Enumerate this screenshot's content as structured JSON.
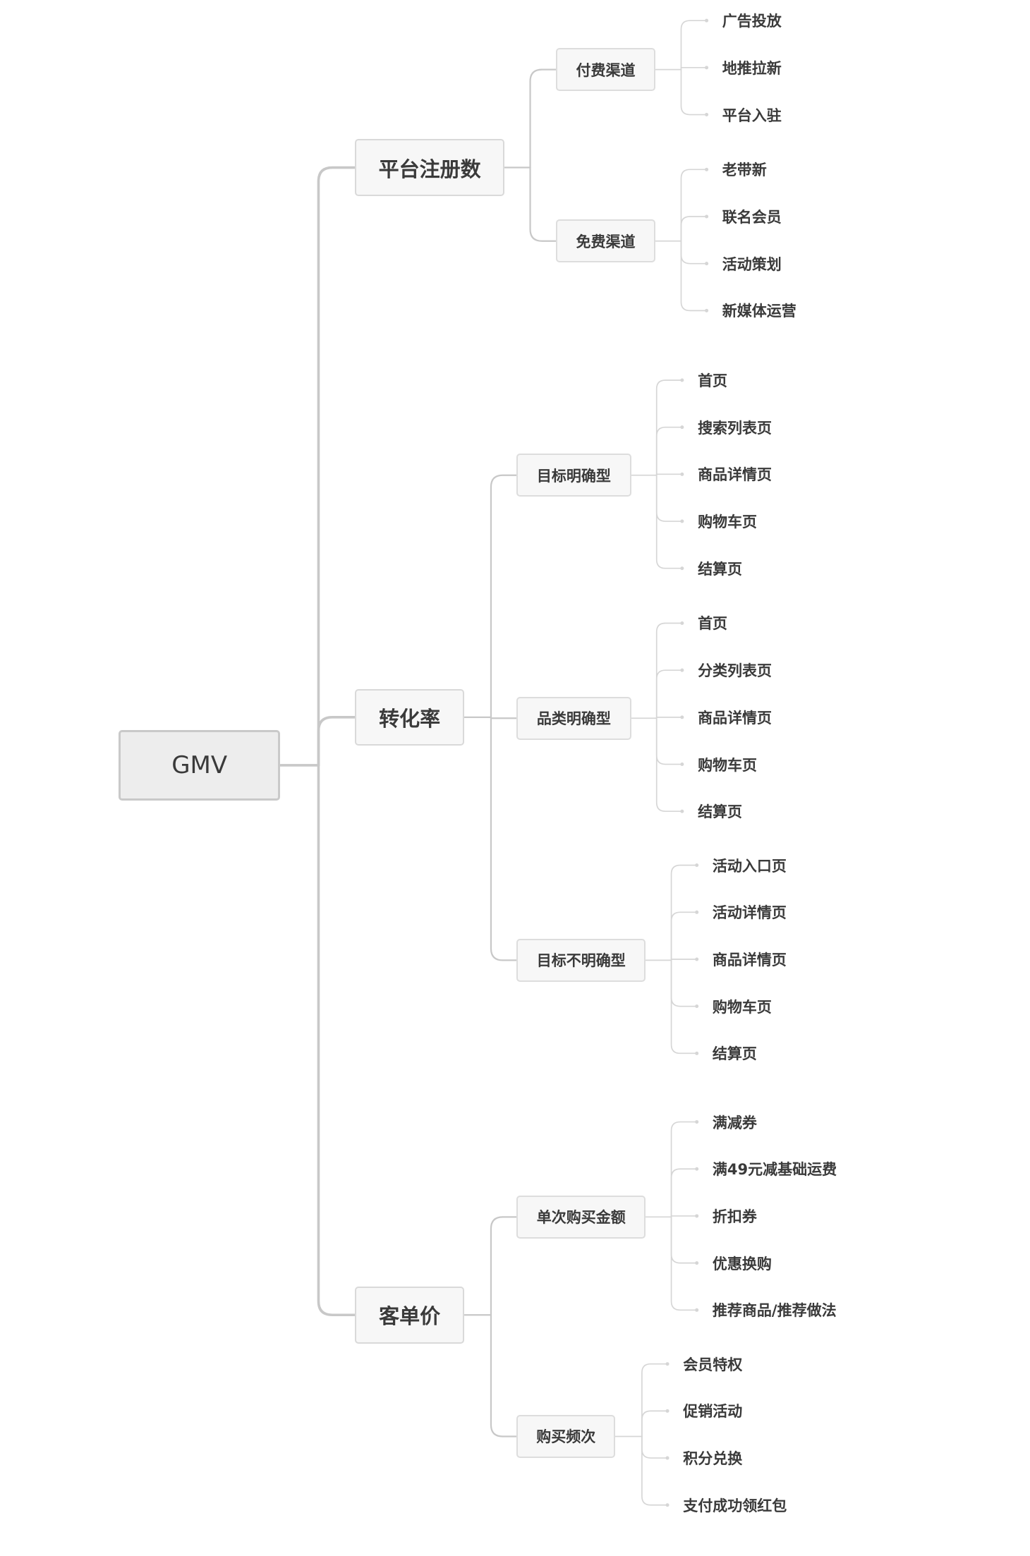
{
  "mindmap": {
    "root": {
      "label": "GMV",
      "children": [
        {
          "label": "平台注册数",
          "children": [
            {
              "label": "付费渠道",
              "children": [
                {
                  "label": "广告投放"
                },
                {
                  "label": "地推拉新"
                },
                {
                  "label": "平台入驻"
                }
              ]
            },
            {
              "label": "免费渠道",
              "children": [
                {
                  "label": "老带新"
                },
                {
                  "label": "联名会员"
                },
                {
                  "label": "活动策划"
                },
                {
                  "label": "新媒体运营"
                }
              ]
            }
          ]
        },
        {
          "label": "转化率",
          "children": [
            {
              "label": "目标明确型",
              "children": [
                {
                  "label": "首页"
                },
                {
                  "label": "搜索列表页"
                },
                {
                  "label": "商品详情页"
                },
                {
                  "label": "购物车页"
                },
                {
                  "label": "结算页"
                }
              ]
            },
            {
              "label": "品类明确型",
              "children": [
                {
                  "label": "首页"
                },
                {
                  "label": "分类列表页"
                },
                {
                  "label": "商品详情页"
                },
                {
                  "label": "购物车页"
                },
                {
                  "label": "结算页"
                }
              ]
            },
            {
              "label": "目标不明确型",
              "children": [
                {
                  "label": "活动入口页"
                },
                {
                  "label": "活动详情页"
                },
                {
                  "label": "商品详情页"
                },
                {
                  "label": "购物车页"
                },
                {
                  "label": "结算页"
                }
              ]
            }
          ]
        },
        {
          "label": "客单价",
          "children": [
            {
              "label": "单次购买金额",
              "children": [
                {
                  "label": "满减券"
                },
                {
                  "label": "满49元减基础运费"
                },
                {
                  "label": "折扣券"
                },
                {
                  "label": "优惠换购"
                },
                {
                  "label": "推荐商品/推荐做法"
                }
              ]
            },
            {
              "label": "购买频次",
              "children": [
                {
                  "label": "会员特权"
                },
                {
                  "label": "促销活动"
                },
                {
                  "label": "积分兑换"
                },
                {
                  "label": "支付成功领红包"
                }
              ]
            }
          ]
        }
      ]
    }
  },
  "colors": {
    "background": "#ffffff",
    "connector_main": "#c8c8c8",
    "connector_leaf": "#d6d6d6",
    "text": "#3a3a3a"
  }
}
